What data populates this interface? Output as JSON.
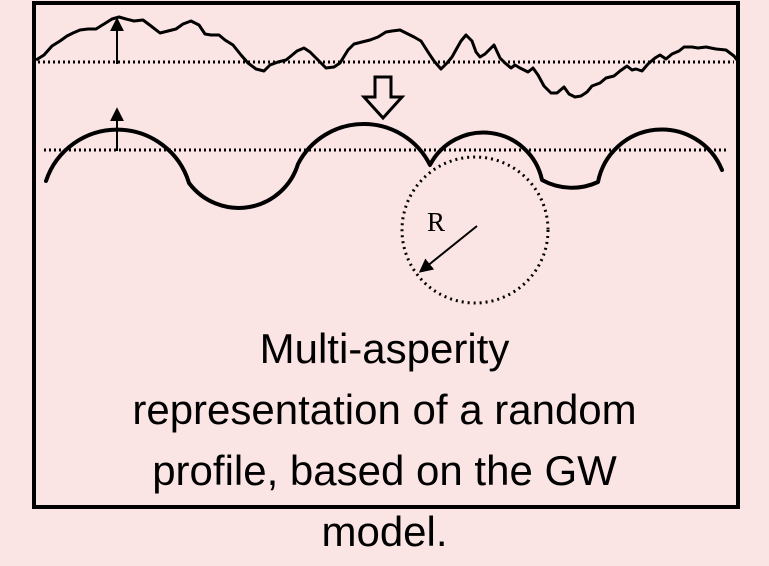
{
  "diagram": {
    "radius_label": "R",
    "caption_lines": [
      "Multi-asperity",
      "representation of a random",
      "profile, based on the GW",
      "model."
    ]
  }
}
